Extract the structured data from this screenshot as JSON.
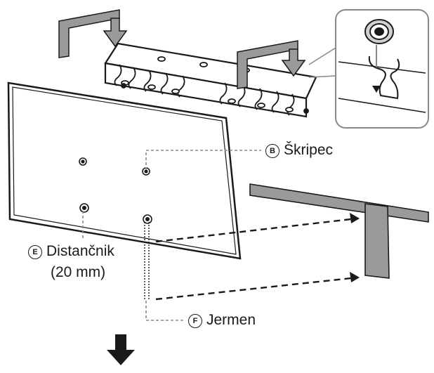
{
  "labels": {
    "clip": {
      "badge": "B",
      "text": "Škripec"
    },
    "spacer": {
      "badge": "E",
      "text_line1": "Distančnik",
      "text_line2": "(20 mm)"
    },
    "belt": {
      "badge": "F",
      "text": "Jermen"
    }
  },
  "icons": [
    "down-arrow-icon",
    "screw-icon",
    "hook-icon",
    "arrow-icon"
  ],
  "colors": {
    "stroke": "#1a1a1a",
    "tv_fill": "#ffffff",
    "gray_band": "#9a9a9a"
  }
}
